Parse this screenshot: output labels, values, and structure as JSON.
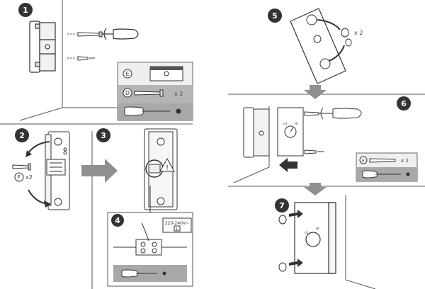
{
  "steps": {
    "s1": "1",
    "s2": "2",
    "s3": "3",
    "s4": "4",
    "s5": "5",
    "s6": "6",
    "s7": "7"
  },
  "parts": {
    "e_label": "E",
    "f_label": "F",
    "qty_x2": "x 2",
    "qty_x2_step2": "x2"
  },
  "voltage": {
    "line1": "220-240V~",
    "line2": "L"
  },
  "dial_labels": {
    "lo": "LO",
    "hi": "HI"
  },
  "colors": {
    "badge": "#333333",
    "panel_gray": "#a8a8a8",
    "panel_light": "#efefef",
    "arrow_gray": "#8f8f8f",
    "line": "#333333"
  }
}
